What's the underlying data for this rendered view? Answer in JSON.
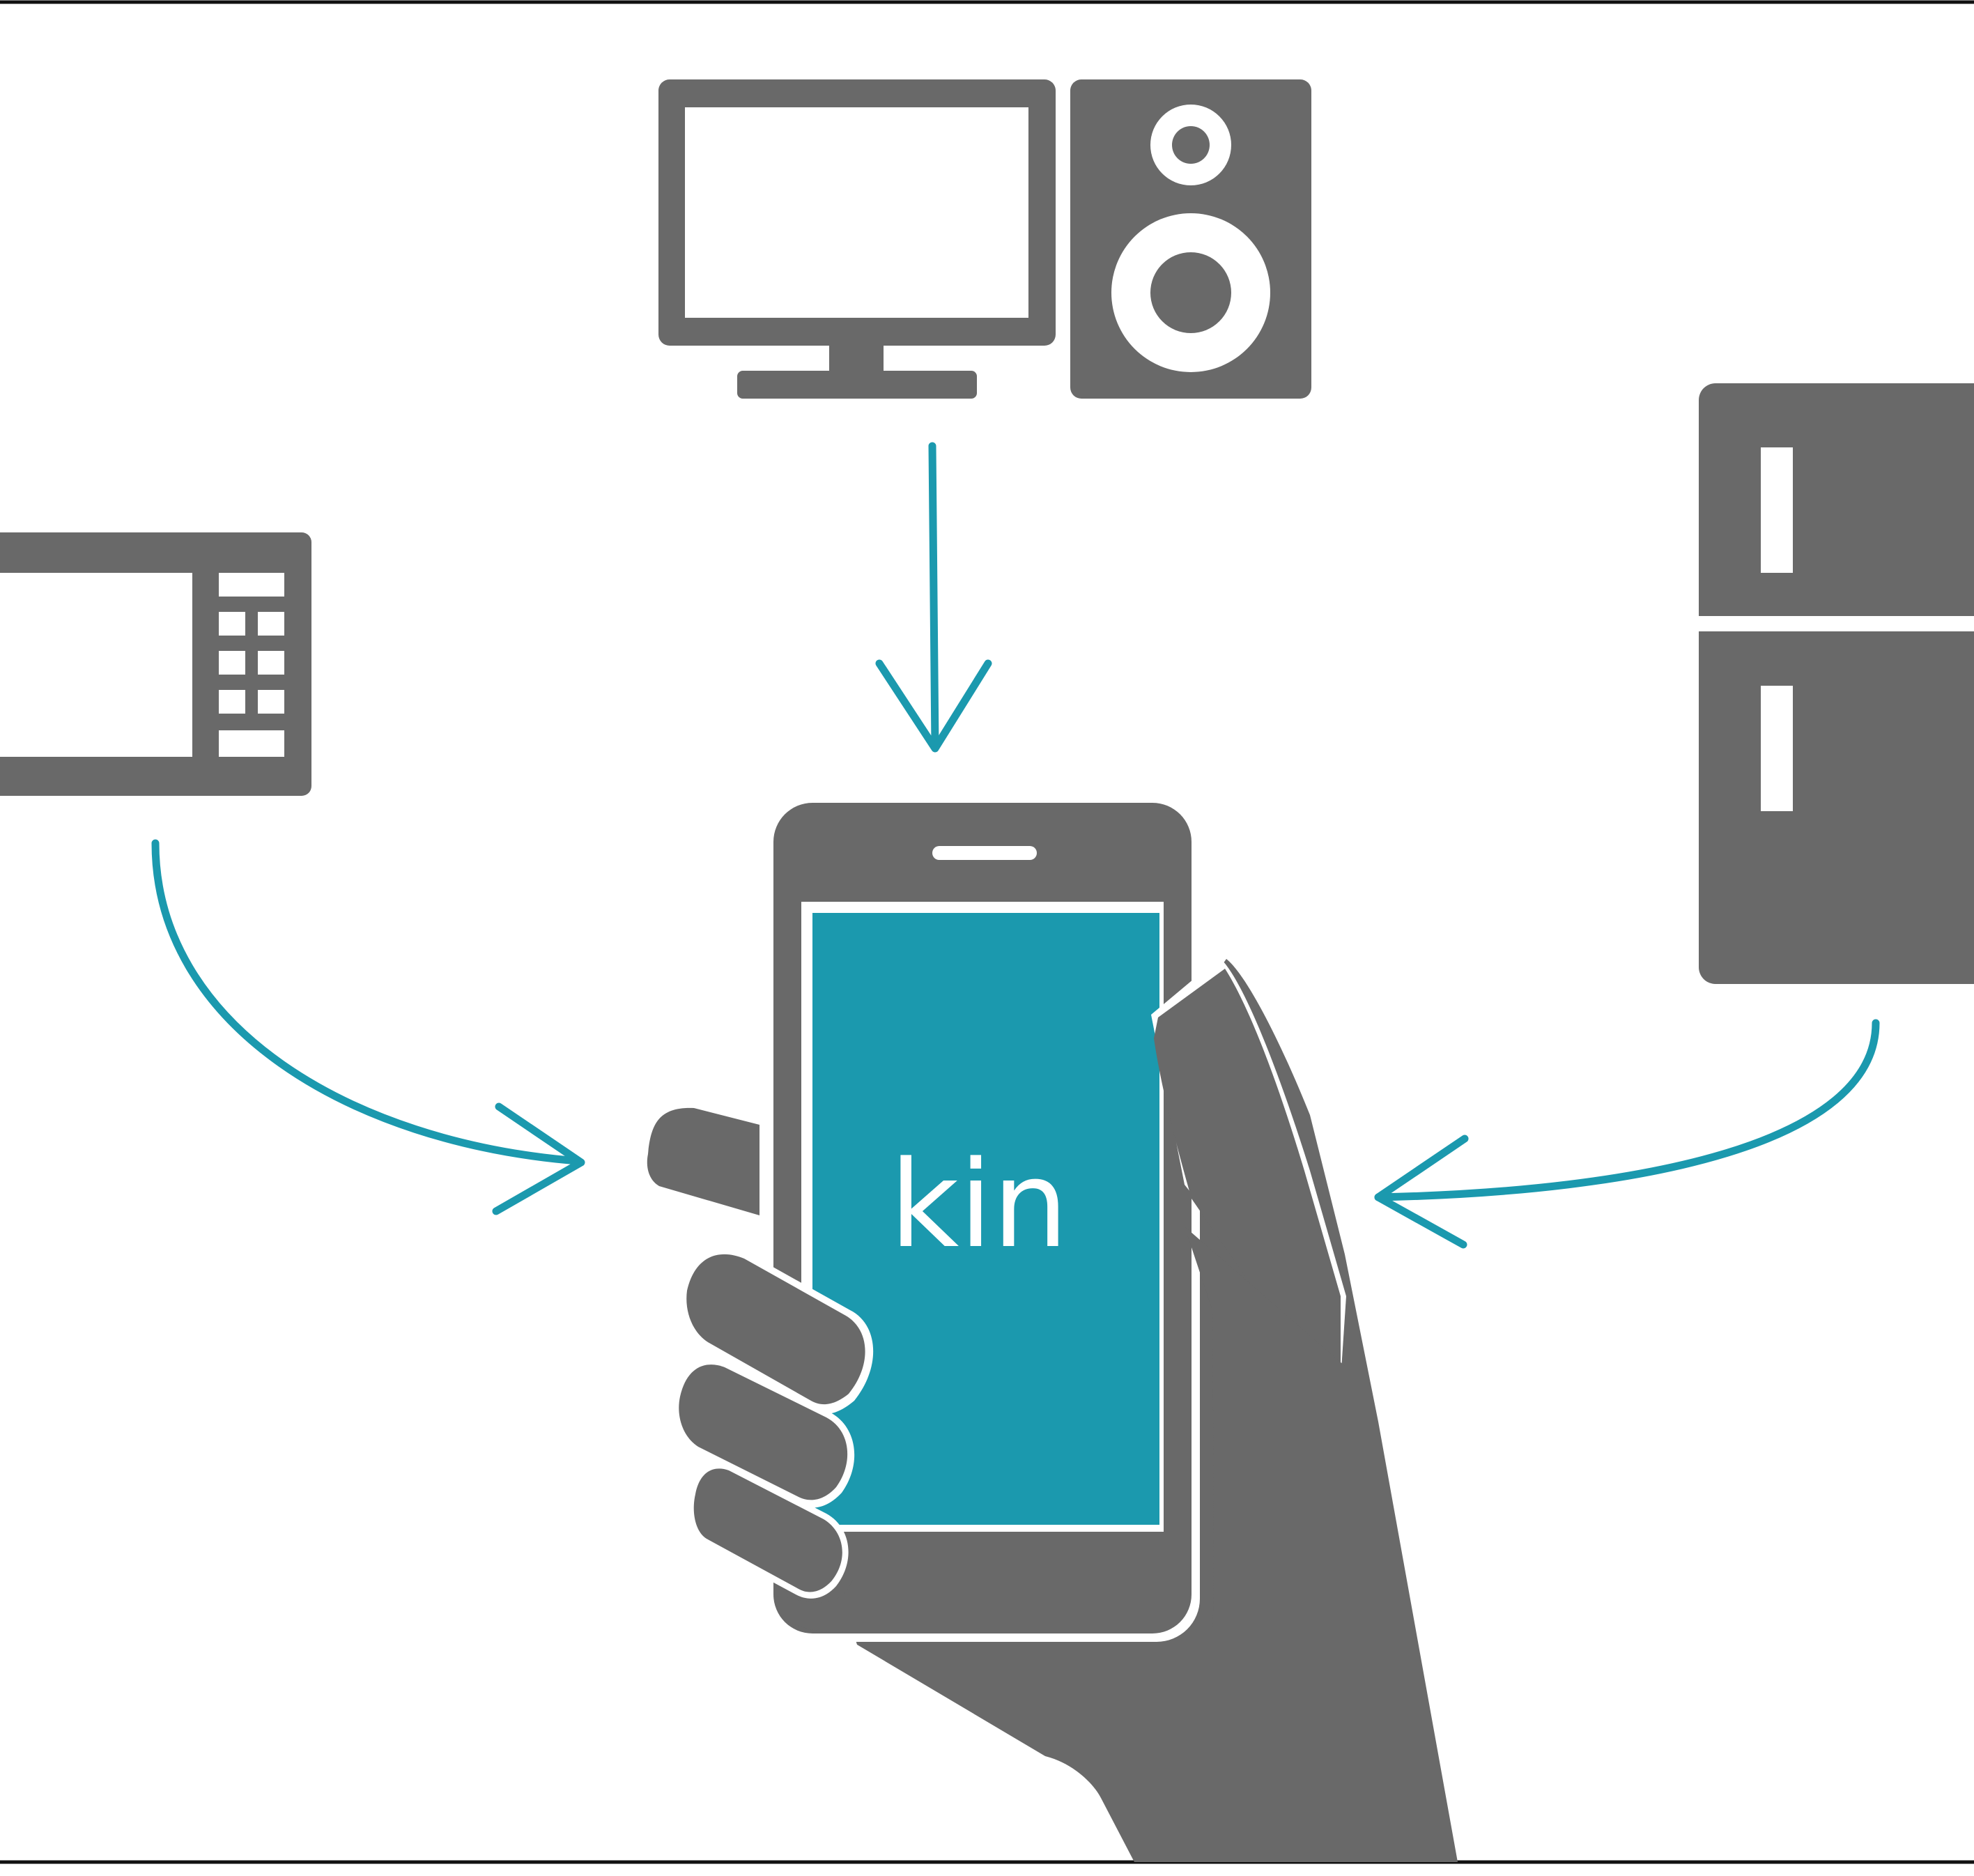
{
  "app": {
    "name": "kin"
  },
  "colors": {
    "icon_gray": "#696969",
    "accent_teal": "#1b99ae",
    "background": "#ffffff"
  },
  "devices": [
    {
      "name": "microwave",
      "icon": "microwave-icon"
    },
    {
      "name": "monitor",
      "icon": "monitor-icon"
    },
    {
      "name": "speaker",
      "icon": "speaker-icon"
    },
    {
      "name": "fridge",
      "icon": "fridge-icon"
    }
  ],
  "phone": {
    "icon": "smartphone-icon",
    "screen_label": "kin"
  }
}
